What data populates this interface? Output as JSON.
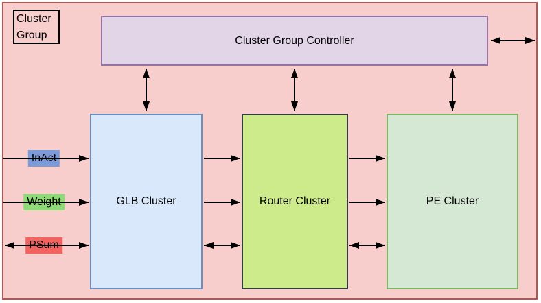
{
  "diagram": {
    "group_label": "Cluster Group",
    "controller": {
      "label": "Cluster Group Controller"
    },
    "clusters": [
      {
        "id": "glb",
        "label": "GLB Cluster"
      },
      {
        "id": "router",
        "label": "Router Cluster"
      },
      {
        "id": "pe",
        "label": "PE Cluster"
      }
    ],
    "signals": [
      {
        "id": "inact",
        "label": "InAct",
        "color": "#7b9bd9",
        "bidirectional": false
      },
      {
        "id": "weight",
        "label": "Weight",
        "color": "#8fd977",
        "bidirectional": false
      },
      {
        "id": "psum",
        "label": "PSum",
        "color": "#f3625f",
        "bidirectional": true
      }
    ],
    "colors": {
      "canvas_fill": "#f8cecc",
      "canvas_border": "#b85450",
      "controller_fill": "#e1d5e7",
      "controller_border": "#9673a6",
      "glb_fill": "#dae8fc",
      "glb_border": "#6c8ebf",
      "router_fill": "#cdeb8b",
      "router_border": "#36393d",
      "pe_fill": "#d5e8d4",
      "pe_border": "#82b366",
      "arrow": "#000000"
    }
  }
}
